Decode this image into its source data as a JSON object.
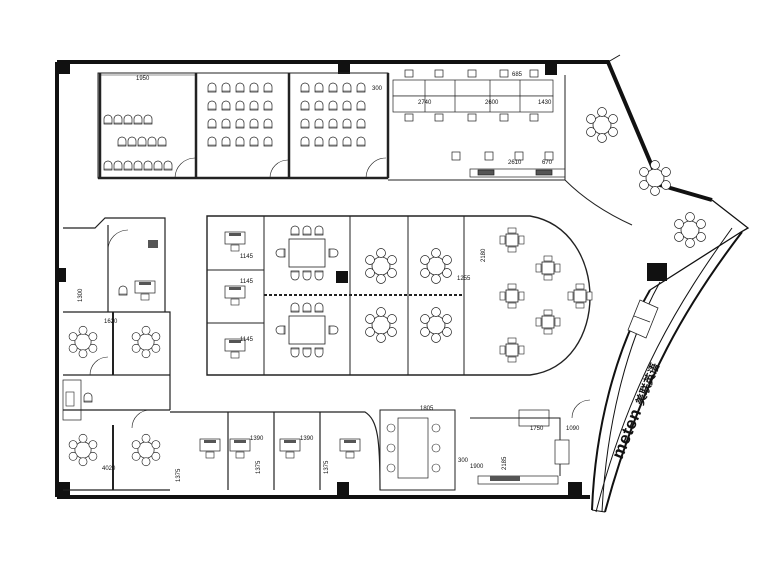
{
  "brand": {
    "logo_text": "meten",
    "logo_cn": "美联英语"
  },
  "dimensions": {
    "d1950": "1950",
    "d2740": "2740",
    "d2600": "2600",
    "d1430": "1430",
    "d2610": "2610",
    "d670": "670",
    "d300_top": "300",
    "d685": "685",
    "d1145_a": "1145",
    "d1145_b": "1145",
    "d1145_c": "1145",
    "d2180": "2180",
    "d1255": "1255",
    "d1300": "1300",
    "d1620": "1620",
    "d1805": "1805",
    "d1750": "1750",
    "d1090": "1090",
    "d2185": "2185",
    "d1900": "1900",
    "d300_bottom": "300",
    "d1375_a": "1375",
    "d1375_b": "1375",
    "d1375_c": "1375",
    "d1390_a": "1390",
    "d1390_b": "1390",
    "d4020": "4020"
  }
}
